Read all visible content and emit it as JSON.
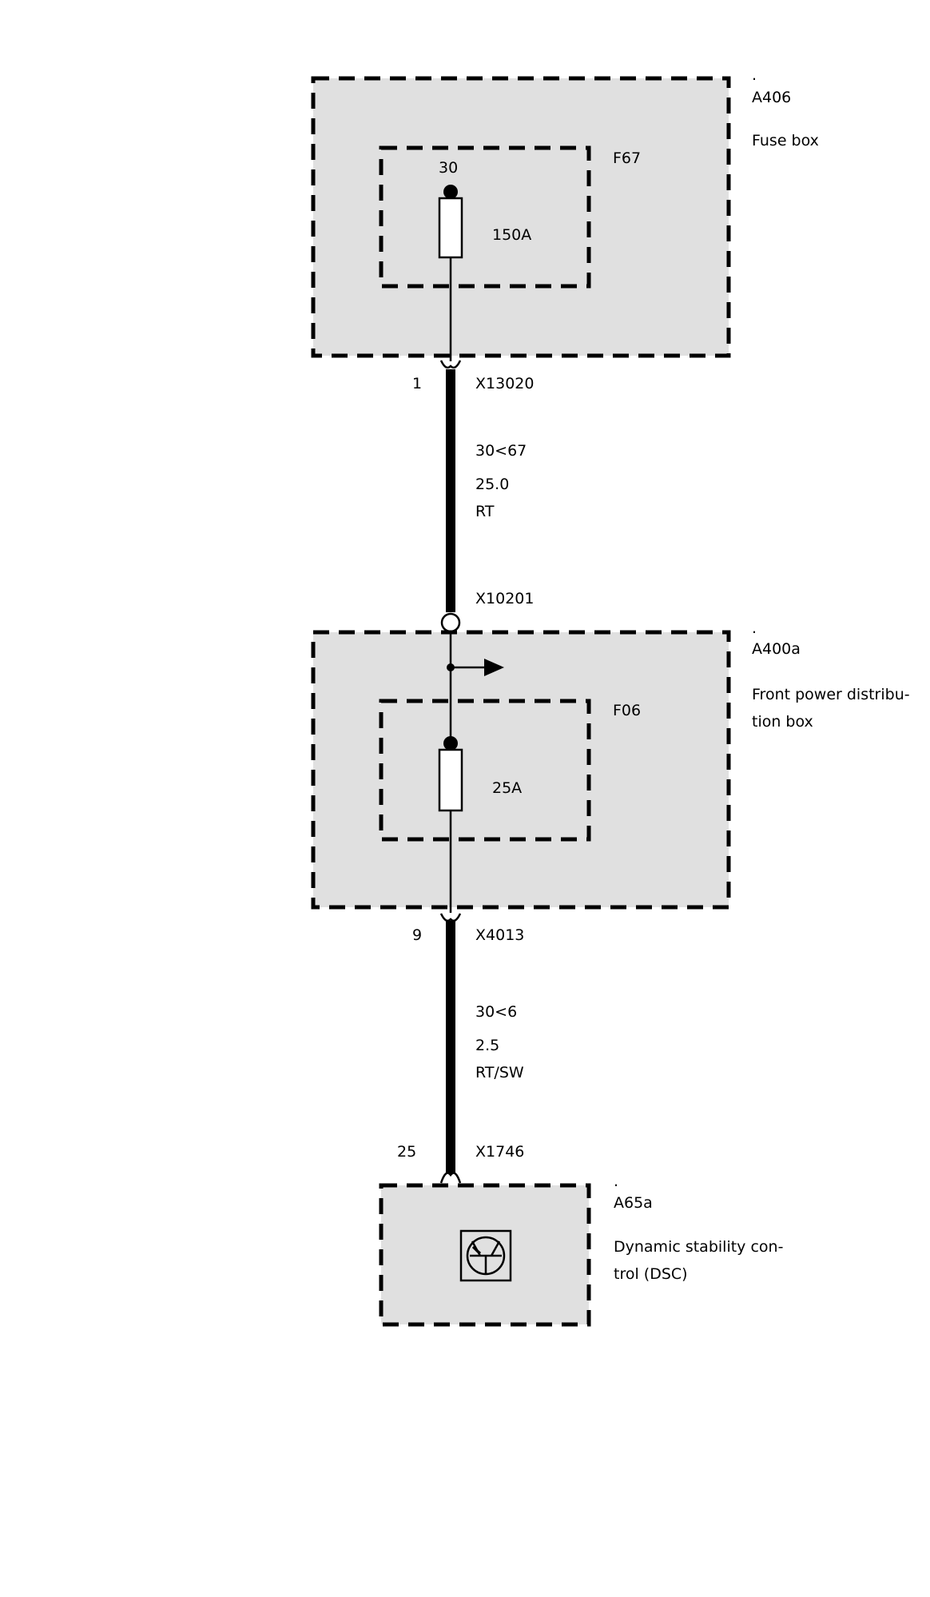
{
  "components": {
    "a406": {
      "dot": ".",
      "id": "A406",
      "name": "Fuse box"
    },
    "f67": {
      "id": "F67",
      "terminal": "30",
      "rating": "150A"
    },
    "a400a": {
      "dot": ".",
      "id": "A400a",
      "name_line1": "Front power distribu-",
      "name_line2": "tion box"
    },
    "f06": {
      "id": "F06",
      "rating": "25A"
    },
    "a65a": {
      "dot": ".",
      "id": "A65a",
      "name_line1": "Dynamic stability con-",
      "name_line2": "trol (DSC)"
    }
  },
  "connectors": {
    "x13020": {
      "pin": "1",
      "id": "X13020"
    },
    "x10201": {
      "id": "X10201"
    },
    "x4013": {
      "pin": "9",
      "id": "X4013"
    },
    "x1746": {
      "pin": "25",
      "id": "X1746"
    }
  },
  "wires": {
    "wire1": {
      "circuit": "30<67",
      "cross_section": "25.0",
      "color": "RT"
    },
    "wire2": {
      "circuit": "30<6",
      "cross_section": "2.5",
      "color": "RT/SW"
    }
  }
}
